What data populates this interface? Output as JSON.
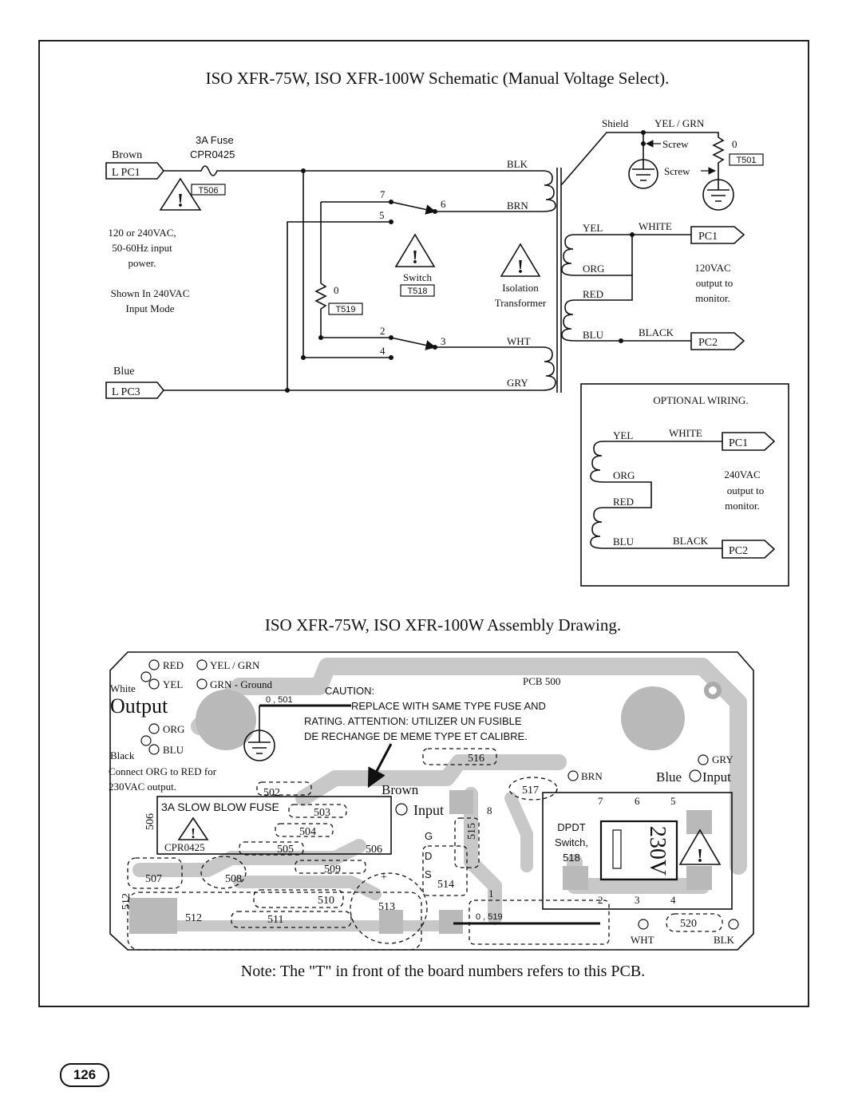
{
  "schematic": {
    "title": "ISO XFR-75W, ISO XFR-100W  Schematic (Manual Voltage Select).",
    "input_brown": {
      "color": "Brown",
      "pin": "L PC1"
    },
    "input_blue": {
      "color": "Blue",
      "pin": "L PC3"
    },
    "fuse": {
      "rating": "3A Fuse",
      "part": "CPR0425",
      "ref": "T506"
    },
    "input_desc": [
      "120 or 240VAC,",
      "50-60Hz input",
      "power."
    ],
    "mode_desc": [
      "Shown In 240VAC",
      "Input Mode"
    ],
    "switch": {
      "label": "Switch",
      "ref": "T518",
      "pins": [
        "7",
        "6",
        "5",
        "2",
        "3",
        "4"
      ]
    },
    "jumper": {
      "value": "0",
      "ref": "T519"
    },
    "transformer": {
      "label": [
        "Isolation",
        "Transformer"
      ],
      "primary": [
        "BLK",
        "BRN",
        "WHT",
        "GRY"
      ],
      "secondary": [
        "YEL",
        "ORG",
        "RED",
        "BLU"
      ]
    },
    "ground": {
      "shield": "Shield",
      "wire": "YEL / GRN",
      "screw1": "Screw",
      "screw2": "Screw",
      "value": "0",
      "ref": "T501"
    },
    "outputs": {
      "white": "WHITE",
      "pc1": "PC1",
      "black": "BLACK",
      "pc2": "PC2",
      "desc": [
        "120VAC",
        "output to",
        "monitor."
      ]
    },
    "optional": {
      "title": "OPTIONAL WIRING.",
      "wires": [
        "YEL",
        "ORG",
        "RED",
        "BLU"
      ],
      "white": "WHITE",
      "pc1": "PC1",
      "black": "BLACK",
      "pc2": "PC2",
      "desc": [
        "240VAC",
        "output to",
        "monitor."
      ]
    }
  },
  "assembly": {
    "title": "ISO XFR-75W, ISO XFR-100W  Assembly Drawing.",
    "pcb": "PCB 500",
    "output_label": "Output",
    "left_pins": {
      "red": "RED",
      "yel_grn": "YEL / GRN",
      "white": "White",
      "yel": "YEL",
      "grn": "GRN - Ground",
      "org": "ORG",
      "black": "Black",
      "blu": "BLU"
    },
    "connect_note": [
      "Connect ORG to RED for",
      "230VAC output."
    ],
    "jumper_501": "0    , 501",
    "caution": [
      "CAUTION:",
      "REPLACE WITH SAME TYPE FUSE AND",
      "RATING.  ATTENTION:  UTILIZER UN FUSIBLE",
      "DE RECHANGE DE MEME TYPE ET CALIBRE."
    ],
    "fuse": {
      "label": "3A SLOW BLOW FUSE",
      "part": "CPR0425"
    },
    "refs": [
      "502",
      "503",
      "504",
      "505",
      "506",
      "506",
      "507",
      "508",
      "509",
      "510",
      "511",
      "512",
      "512",
      "513",
      "514",
      "515",
      "516",
      "517",
      "520"
    ],
    "input": {
      "brown": "Brown",
      "input": "Input",
      "blue": "Blue",
      "input2": "Input"
    },
    "gds": [
      "G",
      "D",
      "S"
    ],
    "right_pins": {
      "gry": "GRY",
      "brn": "BRN",
      "wht": "WHT",
      "blk": "BLK"
    },
    "switch": {
      "label": [
        "DPDT",
        "Switch,",
        "518"
      ],
      "voltage": "230V",
      "pins": [
        "7",
        "6",
        "5",
        "2",
        "3",
        "4"
      ]
    },
    "jumper_519": "0    , 519",
    "misc": {
      "eight": "8",
      "one": "1",
      "plus": "+"
    }
  },
  "note": "Note:  The \"T\" in front of the board numbers refers to this PCB.",
  "page_number": "126"
}
